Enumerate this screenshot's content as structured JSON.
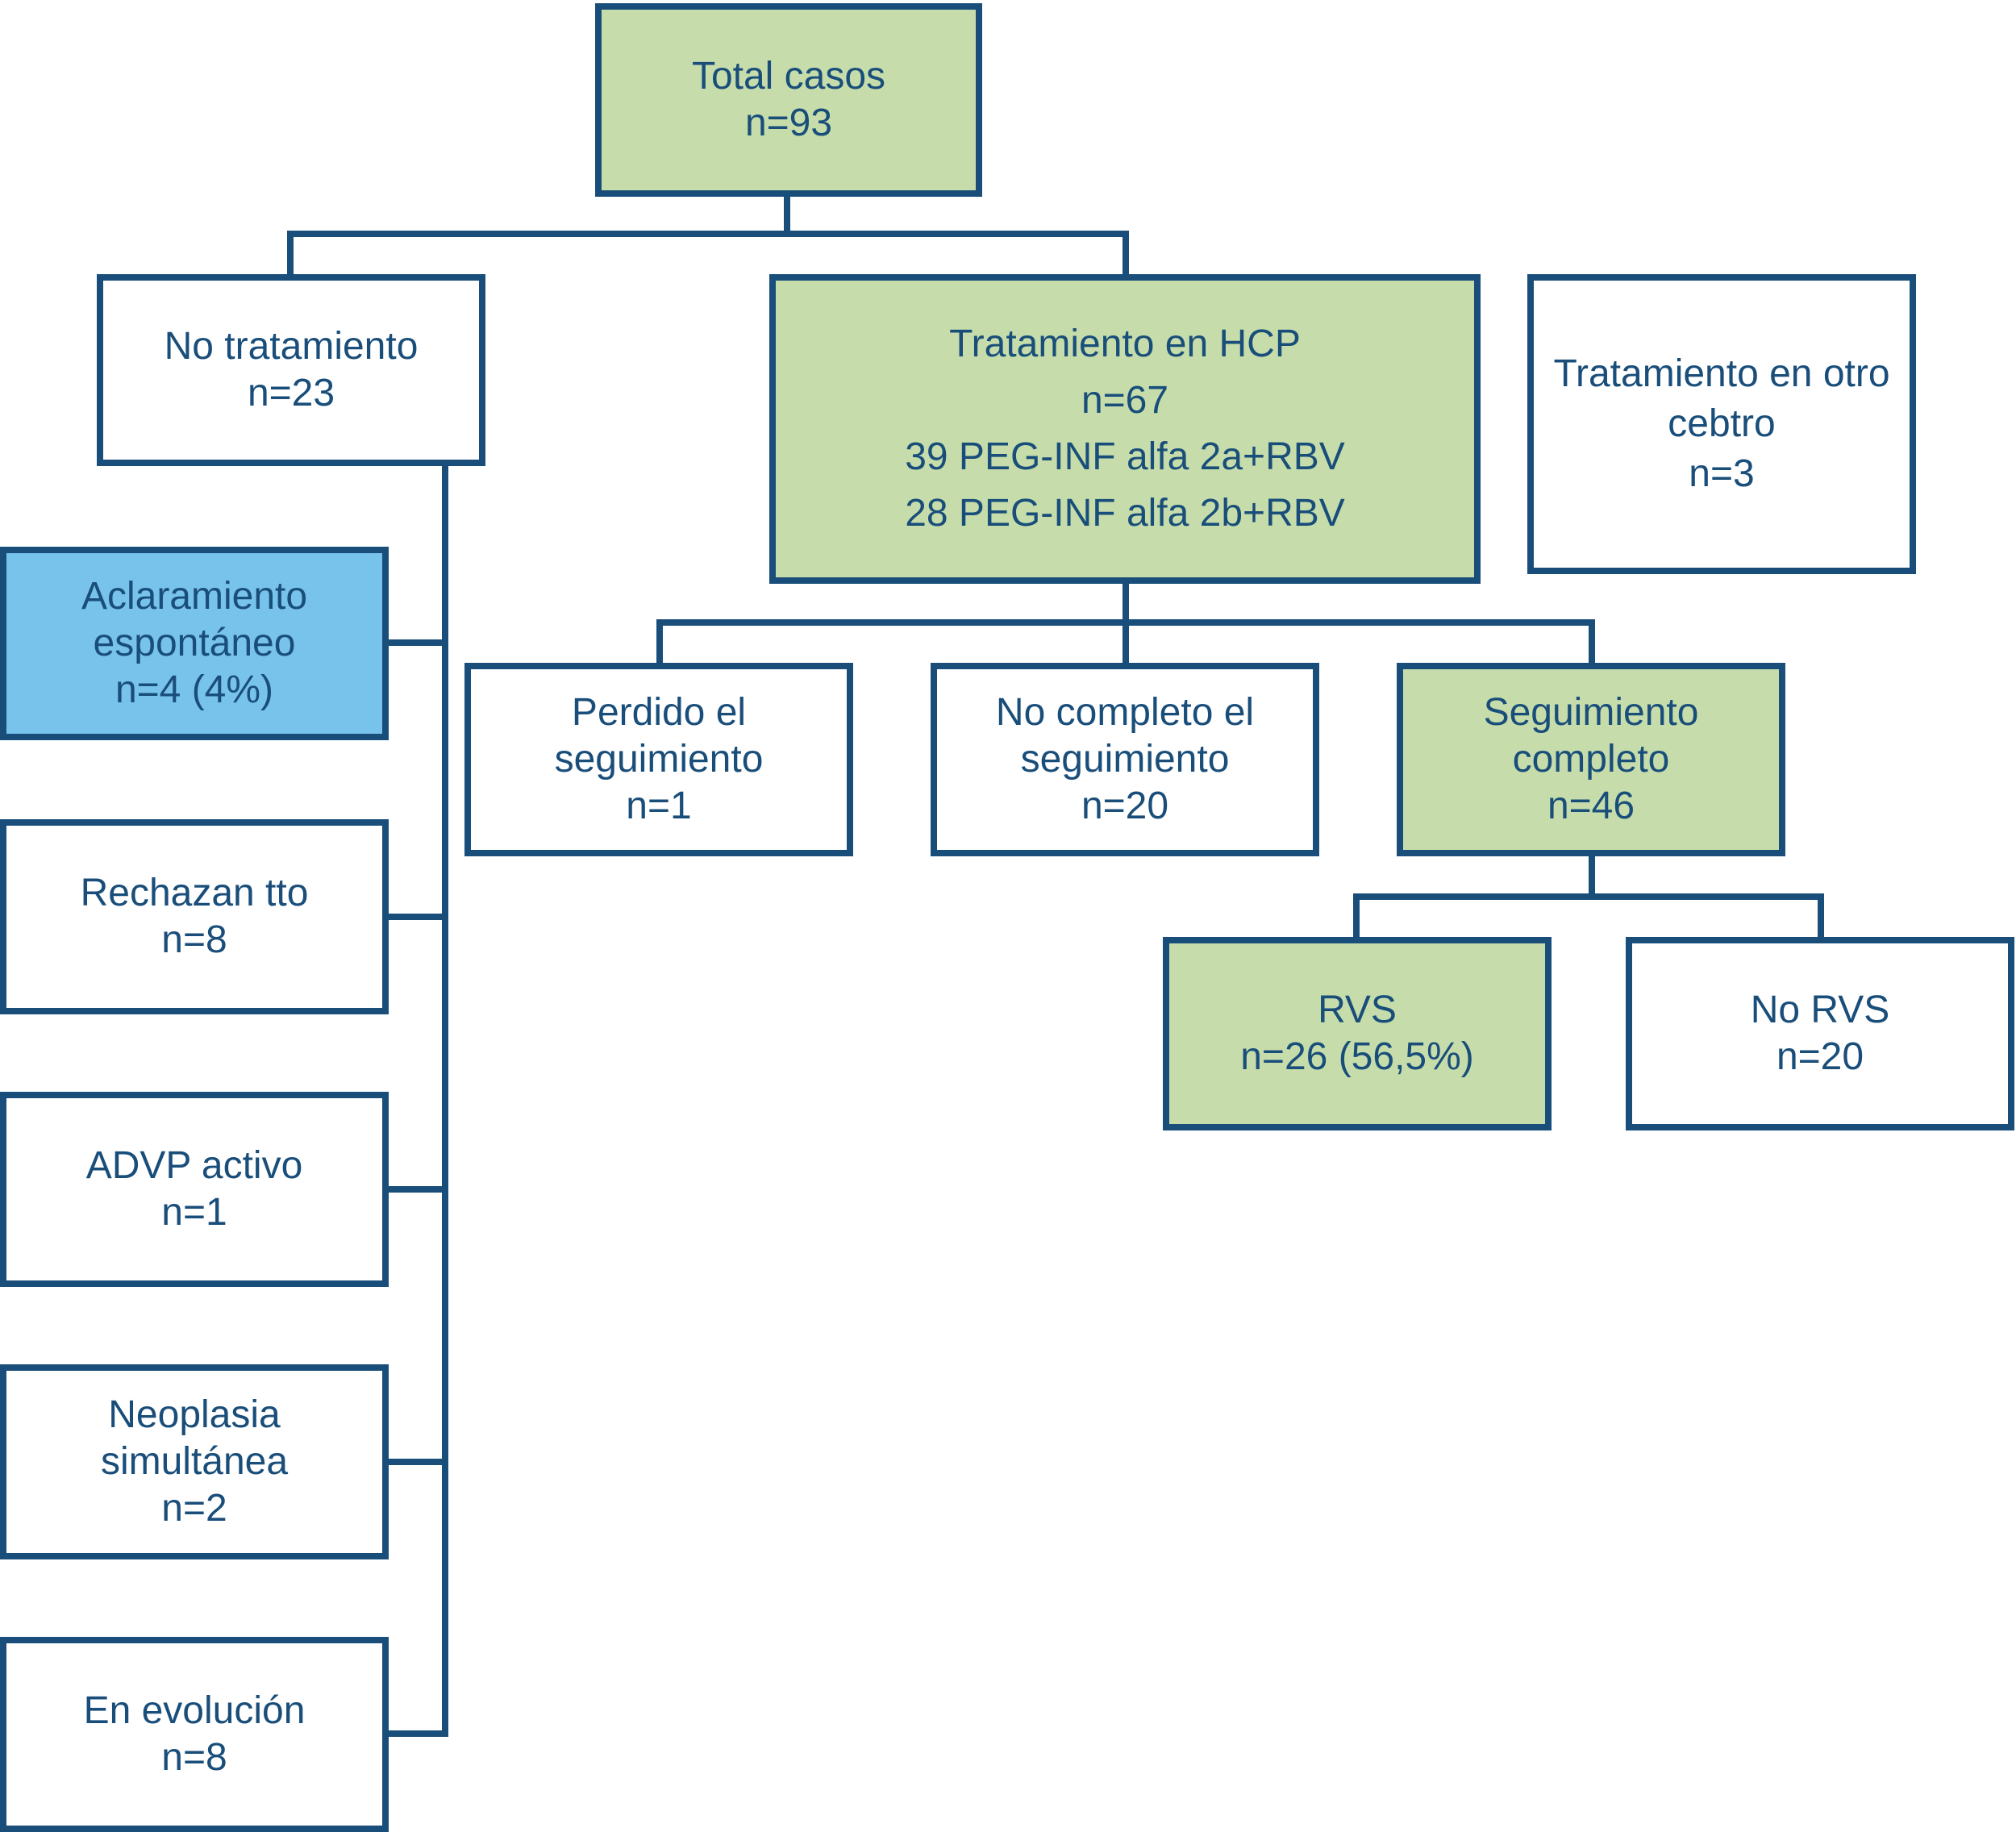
{
  "colors": {
    "line": "#1a4e7a",
    "green_fill": "#c6ddab",
    "blue_fill": "#78c3eb",
    "white_fill": "#ffffff"
  },
  "nodes": {
    "total": {
      "lines": [
        "Total casos",
        "n=93"
      ]
    },
    "no_tratamiento": {
      "lines": [
        "No tratamiento",
        "n=23"
      ]
    },
    "tratamiento_hcp": {
      "lines": [
        "Tratamiento en HCP",
        "n=67",
        "39 PEG-INF alfa 2a+RBV",
        "28 PEG-INF alfa 2b+RBV"
      ]
    },
    "tratamiento_otro": {
      "lines": [
        "Tratamiento en otro",
        "cebtro",
        "n=3"
      ]
    },
    "aclaramiento": {
      "lines": [
        "Aclaramiento",
        "espontáneo",
        "n=4 (4%)"
      ]
    },
    "rechazan": {
      "lines": [
        "Rechazan tto",
        "n=8"
      ]
    },
    "advp": {
      "lines": [
        "ADVP activo",
        "n=1"
      ]
    },
    "neoplasia": {
      "lines": [
        "Neoplasia",
        "simultánea",
        "n=2"
      ]
    },
    "evolucion": {
      "lines": [
        "En evolución",
        "n=8"
      ]
    },
    "perdido": {
      "lines": [
        "Perdido el",
        "seguimiento",
        "n=1"
      ]
    },
    "no_completo": {
      "lines": [
        "No completo el",
        "seguimiento",
        "n=20"
      ]
    },
    "seguimiento_completo": {
      "lines": [
        "Seguimiento",
        "completo",
        "n=46"
      ]
    },
    "rvs": {
      "lines": [
        "RVS",
        "n=26 (56,5%)"
      ]
    },
    "no_rvs": {
      "lines": [
        "No RVS",
        "n=20"
      ]
    }
  }
}
